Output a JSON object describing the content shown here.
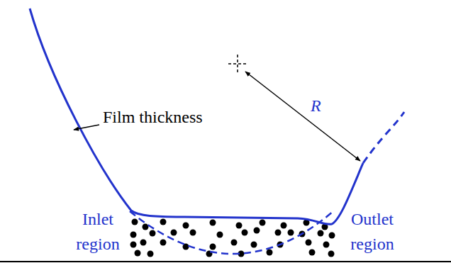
{
  "diagram": {
    "labels": [
      "Film thickness",
      "R",
      "Inlet region",
      "Outlet region"
    ]
  }
}
